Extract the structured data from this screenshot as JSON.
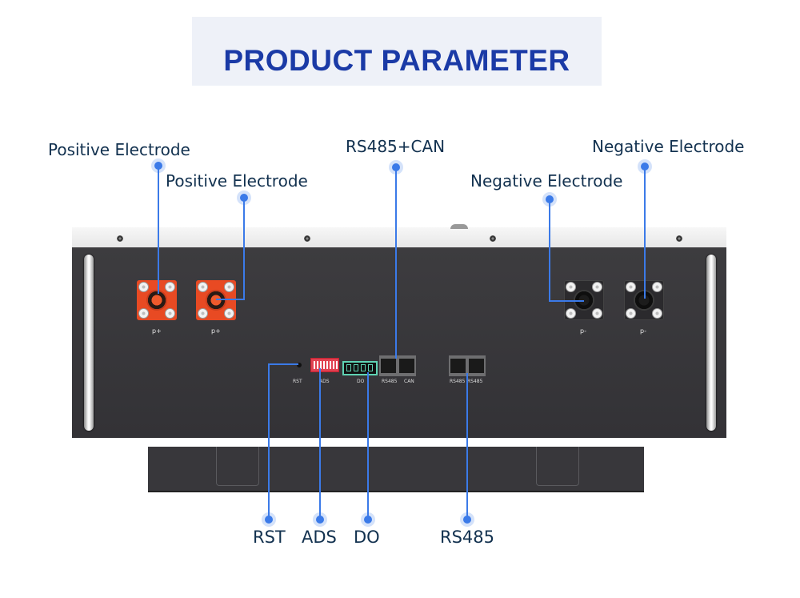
{
  "title": "PRODUCT PARAMETER",
  "callouts": {
    "positive_electrode_1": "Positive Electrode",
    "positive_electrode_2": "Positive Electrode",
    "rs485_can": "RS485+CAN",
    "negative_electrode_1": "Negative Electrode",
    "negative_electrode_2": "Negative Electrode"
  },
  "bottom_labels": {
    "rst": "RST",
    "ads": "ADS",
    "do": "DO",
    "rs485": "RS485"
  },
  "panel_labels": {
    "p_plus_1": "p+",
    "p_plus_2": "p+",
    "p_minus_1": "p-",
    "p_minus_2": "p-",
    "rst": "RST",
    "ads": "ADS",
    "do": "DO",
    "rs485_a": "RS485",
    "can": "CAN",
    "rs485_b": "RS485",
    "rs485_c": "RS485"
  },
  "colors": {
    "title": "#1a3aa6",
    "callout_text": "#12314f",
    "leader_line": "#3b7ae8",
    "positive_connector": "#e84a23",
    "negative_connector": "#2b2a2d",
    "panel": "#38373b"
  }
}
